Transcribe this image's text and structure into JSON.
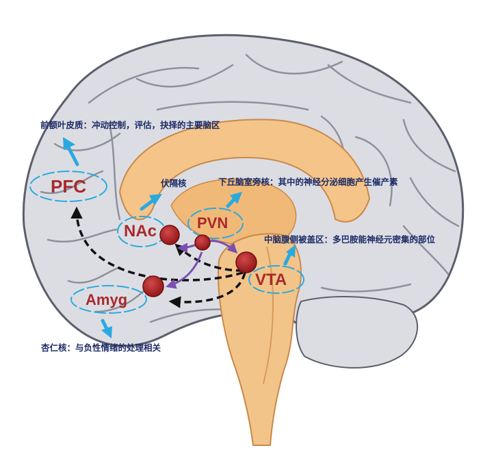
{
  "regions": {
    "pfc": "PFC",
    "nac": "NAc",
    "pvn": "PVN",
    "vta": "VTA",
    "amyg": "Amyg"
  },
  "annotations": {
    "pfc": "前额叶皮质：冲动控制，评估，抉择的主要脑区",
    "nac": "伏隔核",
    "pvn": "下丘脑室旁核：其中的神经分泌细胞产生催产素",
    "vta": "中脑腹侧被盖区：多巴胺能神经元密集的部位",
    "amyg": "杏仁核：与负性情绪的处理相关"
  },
  "colors": {
    "cortex": "#dcdde3",
    "cortex_outline": "#5c5e6c",
    "brainstem": "#f2c48a",
    "corpus_callosum": "#f4c489",
    "node": "#a91c1e",
    "label": "#a8292b",
    "ellipse": "#2aa9e0",
    "pointer_arrow": "#2aa9e0",
    "dopamine_path": "#111111",
    "oxytocin_path": "#7a4fb0",
    "annotation_text": "#1c2b66"
  },
  "icons": {
    "pointer": "arrow-icon"
  }
}
